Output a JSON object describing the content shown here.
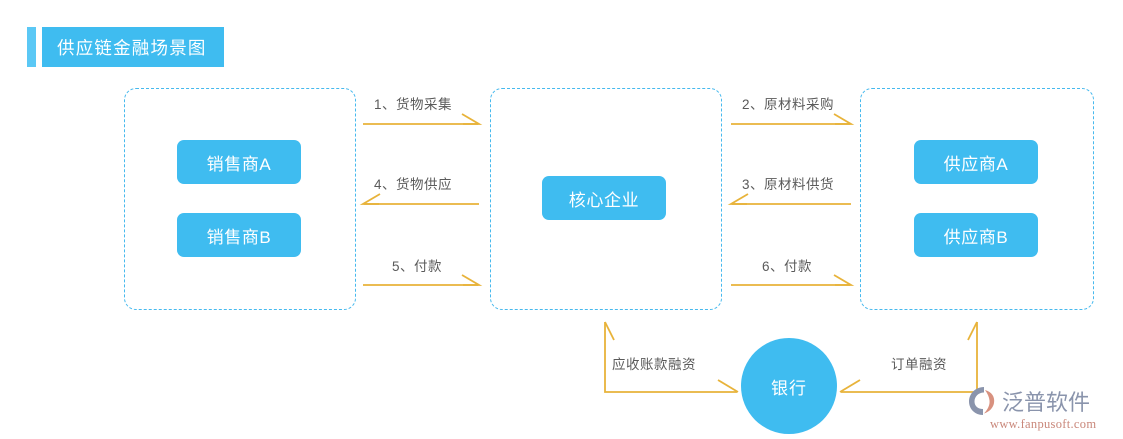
{
  "title": {
    "text": "供应链金融场景图",
    "accent_color": "#5BC8F5",
    "background_color": "#3FBCF0"
  },
  "theme": {
    "primary_blue": "#3FBCF0",
    "dashed_border_blue": "#46B9EE",
    "arrow_gold": "#E8B33A",
    "label_gray": "#5A5A5A"
  },
  "groups": {
    "seller": {
      "name": "seller-group"
    },
    "core": {
      "name": "core-group"
    },
    "supplier": {
      "name": "supplier-group"
    }
  },
  "entities": {
    "seller_a": "销售商A",
    "seller_b": "销售商B",
    "core": "核心企业",
    "supplier_a": "供应商A",
    "supplier_b": "供应商B",
    "bank": "银行"
  },
  "flows": [
    {
      "id": "1",
      "label": "1、货物采集",
      "direction": "right",
      "between": "seller-core"
    },
    {
      "id": "4",
      "label": "4、货物供应",
      "direction": "left",
      "between": "core-seller"
    },
    {
      "id": "5",
      "label": "5、付款",
      "direction": "right",
      "between": "seller-core"
    },
    {
      "id": "2",
      "label": "2、原材料采购",
      "direction": "right",
      "between": "core-supplier"
    },
    {
      "id": "3",
      "label": "3、原材料供货",
      "direction": "left",
      "between": "supplier-core"
    },
    {
      "id": "6",
      "label": "6、付款",
      "direction": "right",
      "between": "core-supplier"
    }
  ],
  "finance": {
    "accounts_receivable": "应收账款融资",
    "order_financing": "订单融资"
  },
  "logo": {
    "name": "泛普软件",
    "url": "www.fanpusoft.com",
    "word_color": "#8A94AC",
    "url_color": "#C9877A"
  }
}
